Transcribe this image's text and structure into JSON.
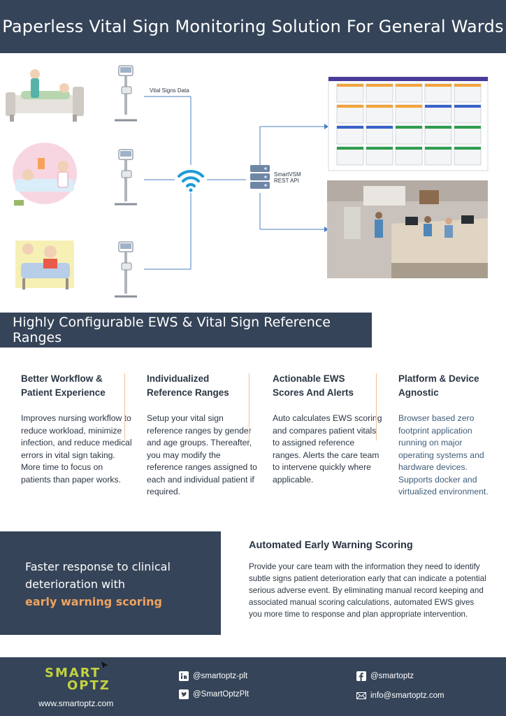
{
  "header": {
    "title": "Paperless Vital Sign Monitoring Solution For General Wards"
  },
  "diagram": {
    "vital_signs_label": "Vital Signs Data",
    "server_name": "SmartVSM",
    "server_api": "REST API"
  },
  "banner": {
    "title": "Highly Configurable EWS & Vital Sign Reference Ranges"
  },
  "features": [
    {
      "title_l1": "Better Workflow &",
      "title_l2": "Patient Experience",
      "body": "Improves nursing workflow to reduce workload, minimize infection, and reduce medical errors in vital sign taking. More time to focus on patients than paper works."
    },
    {
      "title_l1": "Individualized",
      "title_l2": "Reference Ranges",
      "body": "Setup your vital sign reference ranges by gender and age groups. Thereafter, you may modify the reference ranges assigned to each and individual patient if required."
    },
    {
      "title_l1": "Actionable EWS",
      "title_l2": "Scores And Alerts",
      "body": "Auto calculates EWS scoring and compares patient vitals to assigned reference ranges. Alerts the care team to intervene quickly where applicable."
    },
    {
      "title_l1": "Platform & Device",
      "title_l2": "Agnostic",
      "body": "Browser based zero footprint application running on major operating systems and hardware devices. Supports docker and virtualized environment."
    }
  ],
  "callout": {
    "line1": "Faster response to clinical",
    "line2": "deterioration with",
    "highlight": "early warning scoring"
  },
  "aews": {
    "title": "Automated Early Warning Scoring",
    "body": "Provide your care team with the information they need to identify subtle signs patient deterioration early that can indicate a potential serious adverse event. By eliminating manual record keeping and associated manual scoring calculations, automated EWS gives you more time to response and plan appropriate intervention."
  },
  "footer": {
    "logo_line1": "SMART",
    "logo_line2": "OPTZ",
    "website": "www.smartoptz.com",
    "linkedin": "@smartoptz-plt",
    "twitter": "@SmartOptzPlt",
    "facebook": "@smartoptz",
    "email": "info@smartoptz.com"
  },
  "colors": {
    "navy": "#354458",
    "accent_orange": "#f0a35f",
    "logo_green": "#c3d23f",
    "wifi_blue": "#1e9bd7",
    "arrow_blue": "#4a7fc1"
  },
  "icons": [
    "wifi-icon",
    "server-icon",
    "linkedin-icon",
    "twitter-icon",
    "facebook-icon",
    "email-icon"
  ]
}
